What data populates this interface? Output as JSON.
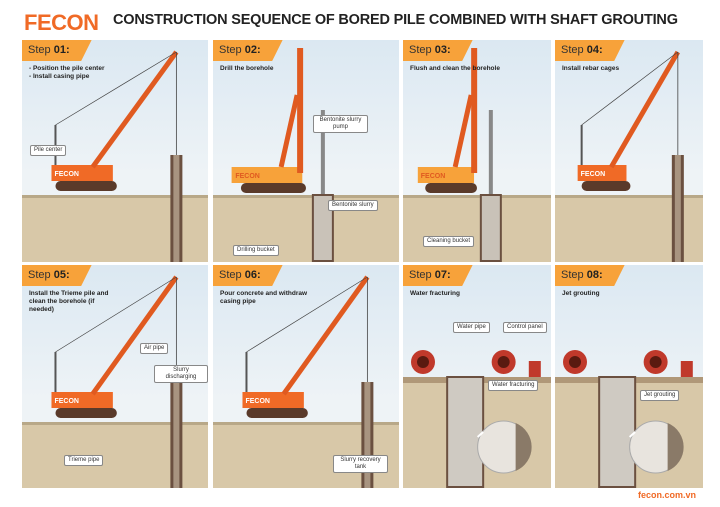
{
  "header": {
    "logo": "FECON",
    "title": "CONSTRUCTION SEQUENCE OF BORED PILE COMBINED WITH SHAFT GROUTING"
  },
  "colors": {
    "brand": "#f06a26",
    "step_tab": "#f7a23a",
    "soil": "#d8c8a8",
    "sky": "#dbe8f2"
  },
  "steps": [
    {
      "prefix": "Step",
      "num": "01:",
      "desc": [
        "- Position the pile center",
        "- Install casing pipe"
      ],
      "labels": [
        "Pile center"
      ]
    },
    {
      "prefix": "Step",
      "num": "02:",
      "desc": [
        "Drill the borehole"
      ],
      "labels": [
        "Bentonite slurry pump",
        "Bentonite slurry",
        "Drilling bucket"
      ]
    },
    {
      "prefix": "Step",
      "num": "03:",
      "desc": [
        "Flush and clean the borehole"
      ],
      "labels": [
        "Cleaning bucket"
      ]
    },
    {
      "prefix": "Step",
      "num": "04:",
      "desc": [
        "Install rebar cages"
      ],
      "labels": []
    },
    {
      "prefix": "Step",
      "num": "05:",
      "desc": [
        "Install the Trieme pile and clean the borehole (if needed)"
      ],
      "labels": [
        "Air pipe",
        "Slurry discharging",
        "Trieme pipe"
      ]
    },
    {
      "prefix": "Step",
      "num": "06:",
      "desc": [
        "Pour concrete and withdraw casing pipe"
      ],
      "labels": [
        "Slurry recovery tank"
      ]
    },
    {
      "prefix": "Step",
      "num": "07:",
      "desc": [
        "Water fracturing"
      ],
      "labels": [
        "Water pipe",
        "Control panel",
        "Water fracturing"
      ]
    },
    {
      "prefix": "Step",
      "num": "08:",
      "desc": [
        "Jet grouting"
      ],
      "labels": [
        "Jet grouting"
      ]
    }
  ],
  "footer": {
    "website": "fecon.com.vn"
  }
}
